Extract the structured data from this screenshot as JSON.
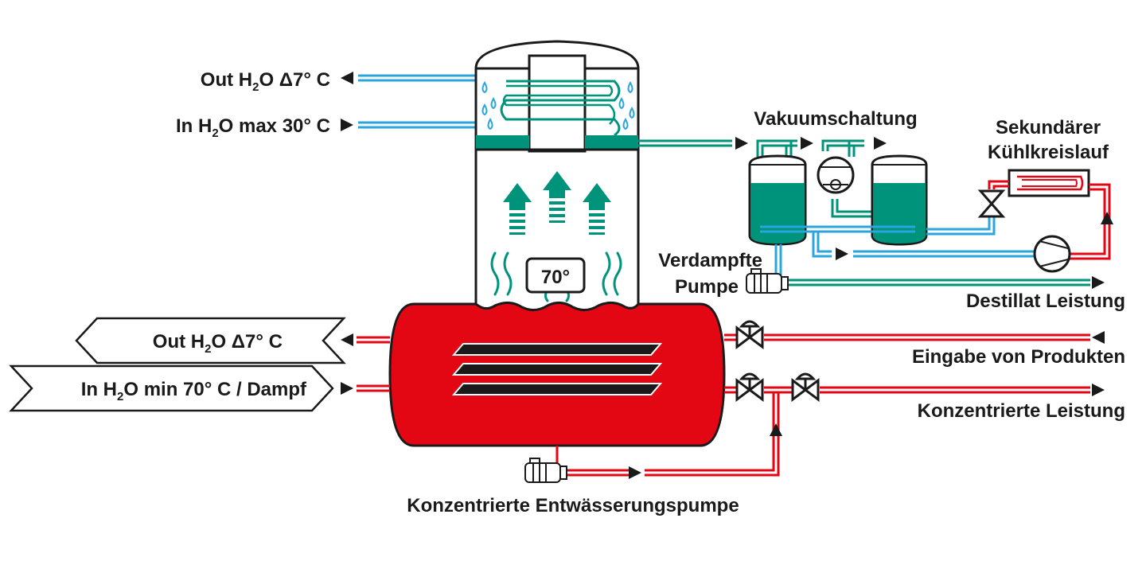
{
  "colors": {
    "red": "#e30613",
    "teal": "#00937b",
    "blue": "#2aa6dc",
    "dark": "#1a1a1a",
    "white": "#ffffff"
  },
  "labels": {
    "out_top_a": "Out H",
    "out_top_sub": "2",
    "out_top_b": "O Δ7° C",
    "in_top_a": "In H",
    "in_top_sub": "2",
    "in_top_b": "O max 30° C",
    "vakuum": "Vakuumschaltung",
    "sek_line1": "Sekundärer",
    "sek_line2": "Kühlkreislauf",
    "verd_line1": "Verdampfte",
    "verd_line2": "Pumpe",
    "destillat": "Destillat Leistung",
    "eingabe": "Eingabe von Produkten",
    "konz_leistung": "Konzentrierte Leistung",
    "konz_pumpe": "Konzentrierte Entwässerungspumpe",
    "out_bottom_a": "Out H",
    "out_bottom_sub": "2",
    "out_bottom_b": "O Δ7° C",
    "in_bottom_a": "In H",
    "in_bottom_sub": "2",
    "in_bottom_b": "O min 70° C / Dampf",
    "temperature": "70°"
  },
  "icons": [
    "arrow-up-icon",
    "steam-icon",
    "droplet-icon",
    "pump-icon",
    "valve-icon",
    "vacuum-pump-icon",
    "arrow-right-icon",
    "arrow-left-icon"
  ]
}
